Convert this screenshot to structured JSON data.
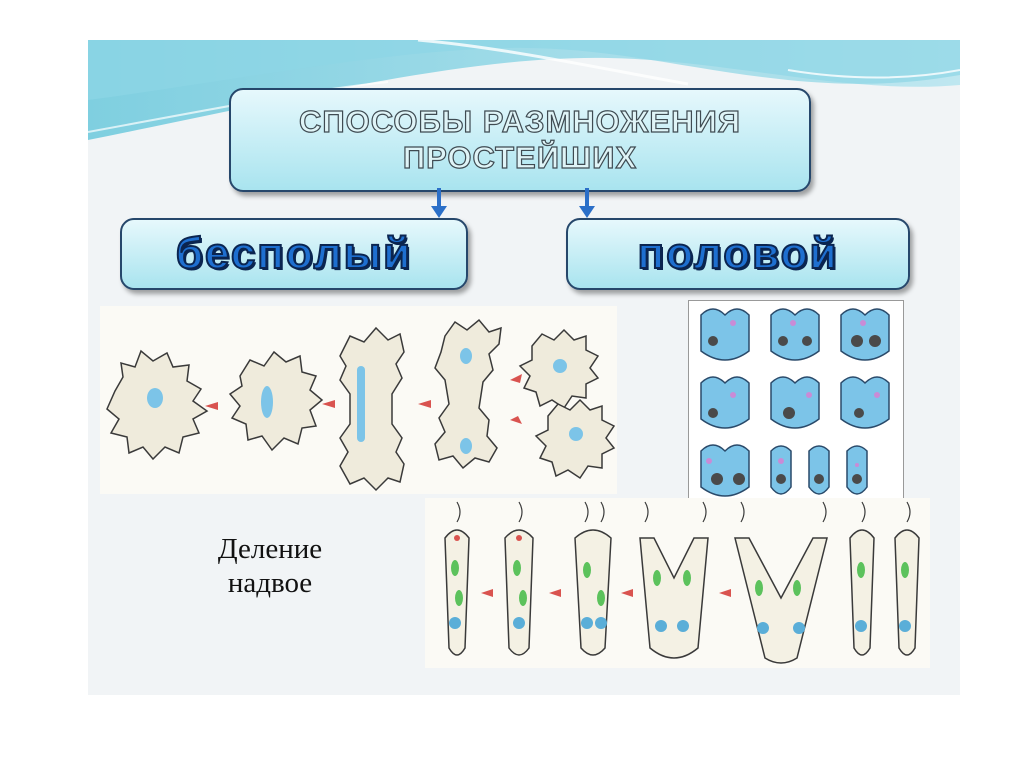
{
  "title": {
    "line1": "СПОСОБЫ  РАЗМНОЖЕНИЯ",
    "line2": "ПРОСТЕЙШИХ"
  },
  "categories": {
    "asexual": "бесполый",
    "sexual": "половой"
  },
  "division_label": {
    "line1": "Деление",
    "line2": "надвое"
  },
  "colors": {
    "box_fill": "#a9e4ef",
    "box_border": "#26476b",
    "category_text": "#1e6fd0",
    "arrow": "#2b6fc8",
    "nucleus": "#5aaed8",
    "chloroplast": "#5cc25c",
    "division_arrow": "#d9534f"
  }
}
